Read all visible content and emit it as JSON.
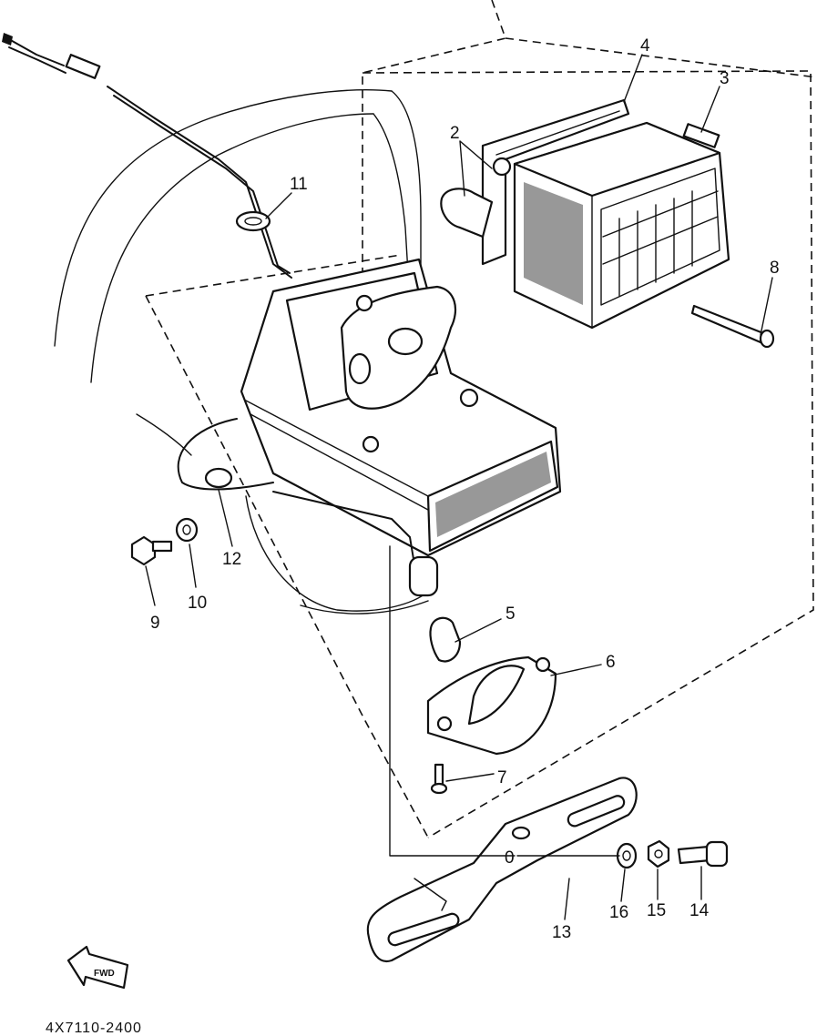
{
  "callouts": [
    {
      "id": "2",
      "label": "2"
    },
    {
      "id": "3",
      "label": "3"
    },
    {
      "id": "4",
      "label": "4"
    },
    {
      "id": "5",
      "label": "5"
    },
    {
      "id": "6",
      "label": "6"
    },
    {
      "id": "7",
      "label": "7"
    },
    {
      "id": "8",
      "label": "8"
    },
    {
      "id": "9",
      "label": "9"
    },
    {
      "id": "10",
      "label": "10"
    },
    {
      "id": "11",
      "label": "11"
    },
    {
      "id": "12",
      "label": "12"
    },
    {
      "id": "13",
      "label": "13"
    },
    {
      "id": "14",
      "label": "14"
    },
    {
      "id": "15",
      "label": "15"
    },
    {
      "id": "16",
      "label": "16"
    },
    {
      "id": "0",
      "label": "0"
    }
  ],
  "reference_code": "4X7110-2400",
  "fwd_arrow_label": "FWD"
}
